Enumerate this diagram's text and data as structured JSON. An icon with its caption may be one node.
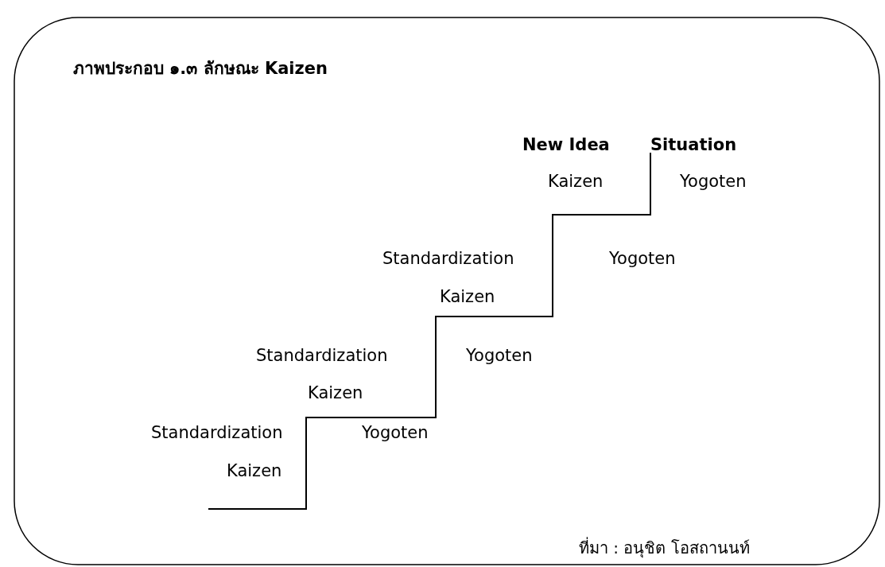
{
  "diagram": {
    "title": "ภาพประกอบ ๑.๓ ลักษณะ Kaizen",
    "caption": "ที่มา : อนุชิต โอสถานนท์",
    "labels": [
      "New Idea",
      "Situation",
      "Kaizen",
      "Yogoten",
      "Standardization",
      "Yogoten",
      "Kaizen",
      "Standardization",
      "Yogoten",
      "Kaizen",
      "Standardization",
      "Yogoten",
      "Kaizen"
    ]
  }
}
